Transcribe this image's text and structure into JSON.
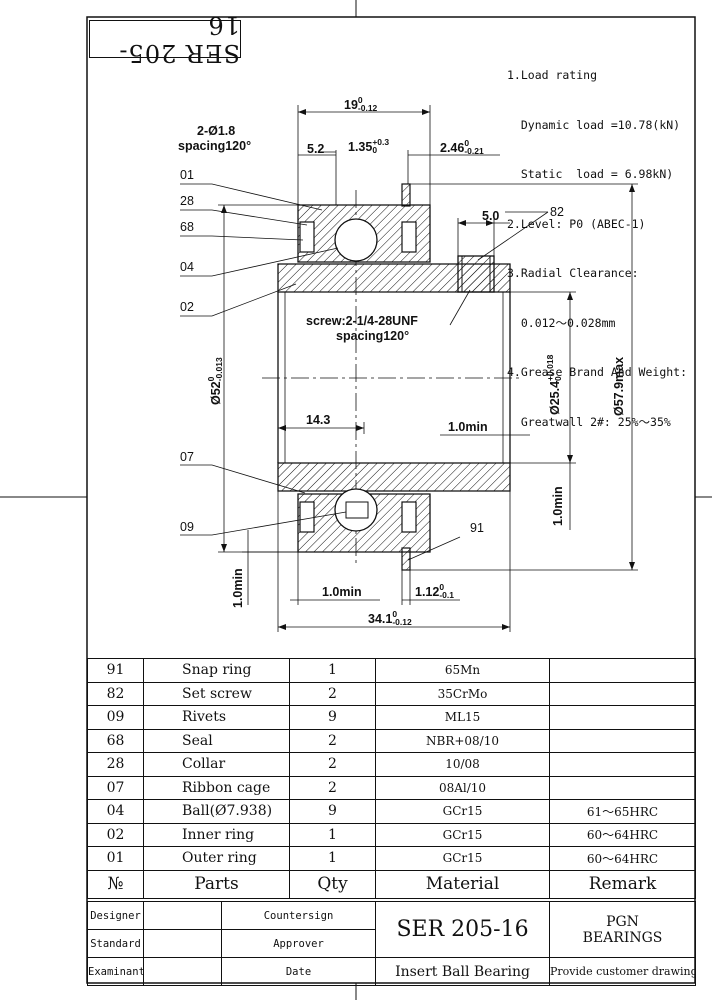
{
  "part_code_rotated": "SER 205-16",
  "notes": [
    "1.Load rating",
    "  Dynamic load =10.78(kN)",
    "  Static  load = 6.98kN)",
    "2.Level: P0 (ABEC-1)",
    "3.Radial Clearance:",
    "  0.012～0.028mm",
    "4.Grease Brand And Weight:",
    "  Greatwall 2#: 25%～35%"
  ],
  "callouts": [
    "01",
    "28",
    "68",
    "04",
    "02",
    "07",
    "09",
    "82",
    "91"
  ],
  "dims": {
    "width_top": {
      "main": "19",
      "sup": "0",
      "sub": "-0.12"
    },
    "holes": {
      "line1": "2-Ø1.8",
      "line2": "spacing120°"
    },
    "d52": "5.2",
    "d135": {
      "main": "1.35",
      "sup": "+0.3",
      "sub": "0"
    },
    "d246": {
      "main": "2.46",
      "sup": "0",
      "sub": "-0.21"
    },
    "d50": "5.0",
    "screw": {
      "line1": "screw:2-1/4-28UNF",
      "line2": "spacing120°"
    },
    "d143": "14.3",
    "d10a": "1.0min",
    "od52": {
      "main": "Ø52",
      "sup": "0",
      "sub": "-0.013"
    },
    "bore": {
      "main": "Ø25.4",
      "sup": "+0.018",
      "sub": "0"
    },
    "od579": "Ø57.9max",
    "d10b": "1.0min",
    "d10c": "1.0min",
    "d10d": "1.0min",
    "d112": {
      "main": "1.12",
      "sup": "0",
      "sub": "-0.1"
    },
    "width_bottom": {
      "main": "34.1",
      "sup": "0",
      "sub": "-0.12"
    }
  },
  "bom": {
    "rows": [
      {
        "no": "91",
        "part": "Snap ring",
        "qty": "1",
        "material": "65Mn",
        "remark": ""
      },
      {
        "no": "82",
        "part": "Set screw",
        "qty": "2",
        "material": "35CrMo",
        "remark": ""
      },
      {
        "no": "09",
        "part": "Rivets",
        "qty": "9",
        "material": "ML15",
        "remark": ""
      },
      {
        "no": "68",
        "part": "Seal",
        "qty": "2",
        "material": "NBR+08/10",
        "remark": ""
      },
      {
        "no": "28",
        "part": "Collar",
        "qty": "2",
        "material": "10/08",
        "remark": ""
      },
      {
        "no": "07",
        "part": "Ribbon cage",
        "qty": "2",
        "material": "08Al/10",
        "remark": ""
      },
      {
        "no": "04",
        "part": "Ball(Ø7.938)",
        "qty": "9",
        "material": "GCr15",
        "remark": "61～65HRC"
      },
      {
        "no": "02",
        "part": "Inner ring",
        "qty": "1",
        "material": "GCr15",
        "remark": "60～64HRC"
      },
      {
        "no": "01",
        "part": "Outer ring",
        "qty": "1",
        "material": "GCr15",
        "remark": "60～64HRC"
      }
    ],
    "header": {
      "no": "№",
      "part": "Parts",
      "qty": "Qty",
      "material": "Material",
      "remark": "Remark"
    }
  },
  "title_block": {
    "designer": "Designer",
    "countersign": "Countersign",
    "standard": "Standard",
    "approver": "Approver",
    "examinant": "Examinant",
    "date": "Date",
    "part_code": "SER 205-16",
    "brand_line1": "PGN",
    "brand_line2": "BEARINGS",
    "description": "Insert Ball Bearing",
    "remark": "Provide customer drawings"
  }
}
